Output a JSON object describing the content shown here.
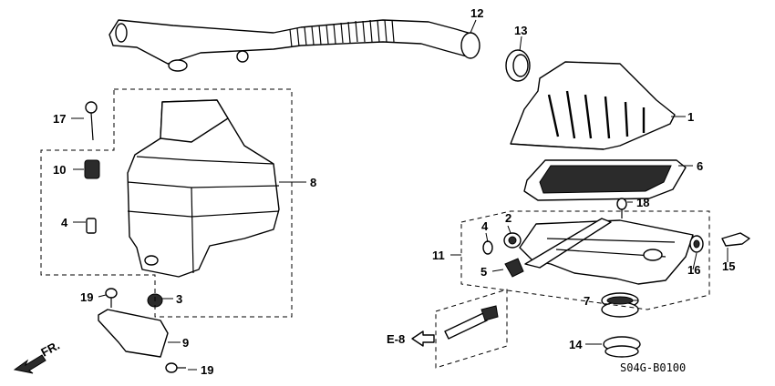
{
  "callouts": {
    "c1": "1",
    "c2": "2",
    "c3": "3",
    "c4a": "4",
    "c4b": "4",
    "c5": "5",
    "c6": "6",
    "c7": "7",
    "c8": "8",
    "c9": "9",
    "c10": "10",
    "c11": "11",
    "c12": "12",
    "c13": "13",
    "c14": "14",
    "c15": "15",
    "c16": "16",
    "c17": "17",
    "c18": "18",
    "c19a": "19",
    "c19b": "19"
  },
  "reference": "E-8",
  "direction": "FR.",
  "diagram_code": "S04G-B0100"
}
